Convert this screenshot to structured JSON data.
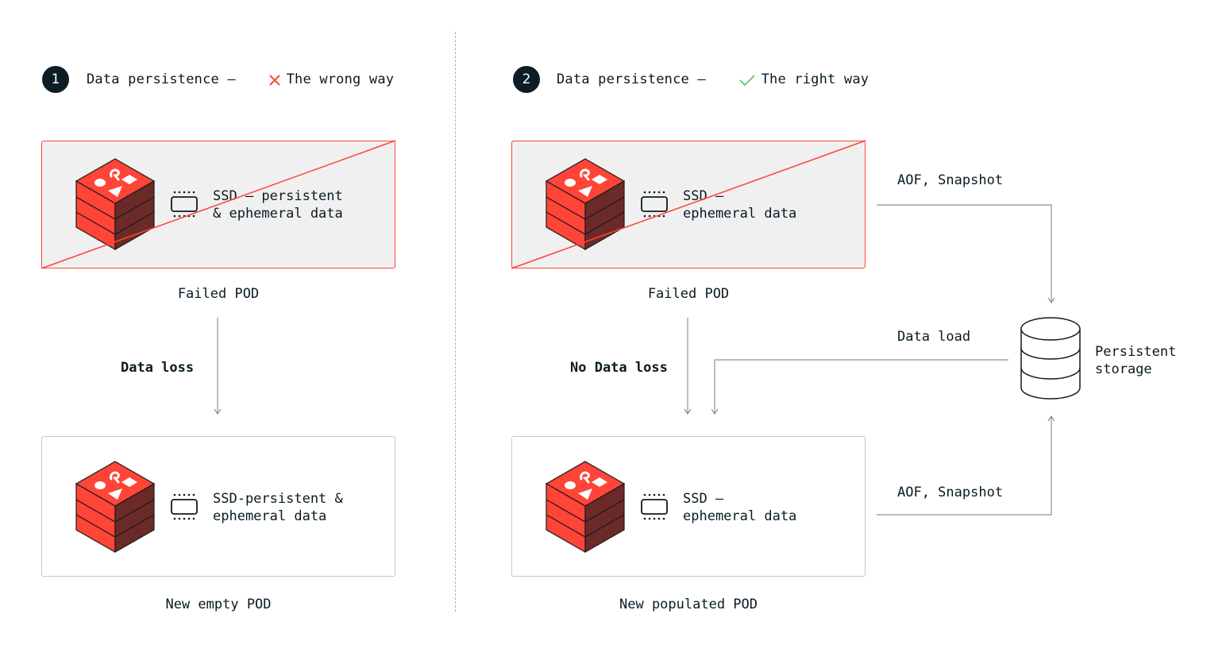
{
  "left": {
    "step_number": "1",
    "title_prefix": "Data persistence –",
    "title_status": "The wrong way",
    "failed_pod": {
      "ssd_label": "SSD – persistent\n& ephemeral data",
      "caption": "Failed POD"
    },
    "transition_label": "Data loss",
    "new_pod": {
      "ssd_label": "SSD-persistent &\nephemeral data",
      "caption": "New empty POD"
    }
  },
  "right": {
    "step_number": "2",
    "title_prefix": "Data persistence –",
    "title_status": "The right way",
    "failed_pod": {
      "ssd_label": "SSD –\nephemeral data",
      "caption": "Failed POD"
    },
    "transition_label": "No Data loss",
    "new_pod": {
      "ssd_label": "SSD –\nephemeral data",
      "caption": "New populated POD"
    },
    "flow_top_label": "AOF, Snapshot",
    "flow_load_label": "Data load",
    "flow_bottom_label": "AOF, Snapshot",
    "storage_label": "Persistent\nstorage"
  },
  "colors": {
    "accent_red": "#ff4438",
    "success_green": "#5cc85c",
    "badge_dark": "#0e1c25",
    "failed_bg": "#f0f0f0",
    "line_gray": "#8a9196"
  },
  "icons": [
    "redis-cube-icon",
    "ssd-chip-icon",
    "cross-icon",
    "check-icon",
    "database-icon"
  ]
}
